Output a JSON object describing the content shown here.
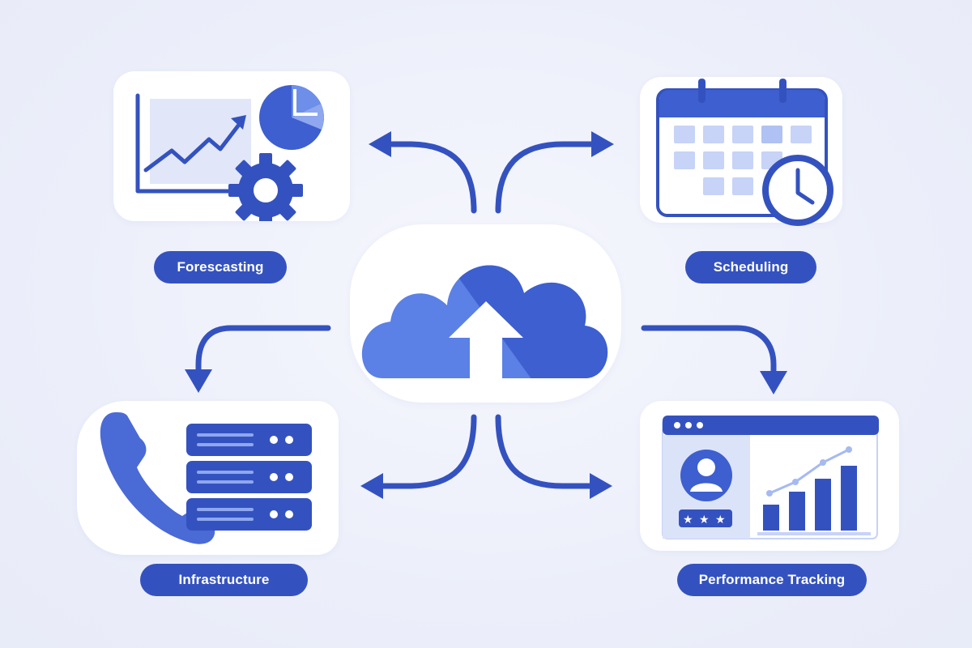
{
  "colors": {
    "background": "#eef0fa",
    "primary": "#3452bf",
    "primary_light": "#5b80e6",
    "tile_light": "#c7d3f7",
    "card": "#ffffff"
  },
  "hub": {
    "icon": "cloud-upload-icon"
  },
  "modules": {
    "forecasting": {
      "label": "Forescasting",
      "icons": [
        "line-chart-icon",
        "pie-chart-icon",
        "gear-icon"
      ]
    },
    "scheduling": {
      "label": "Scheduling",
      "icons": [
        "calendar-icon",
        "clock-icon"
      ]
    },
    "infrastructure": {
      "label": "Infrastructure",
      "icons": [
        "phone-icon",
        "server-rack-icon"
      ]
    },
    "performance": {
      "label": "Performance Tracking",
      "icons": [
        "browser-window-icon",
        "user-avatar-icon",
        "star-rating-icon",
        "bar-chart-icon"
      ]
    }
  }
}
